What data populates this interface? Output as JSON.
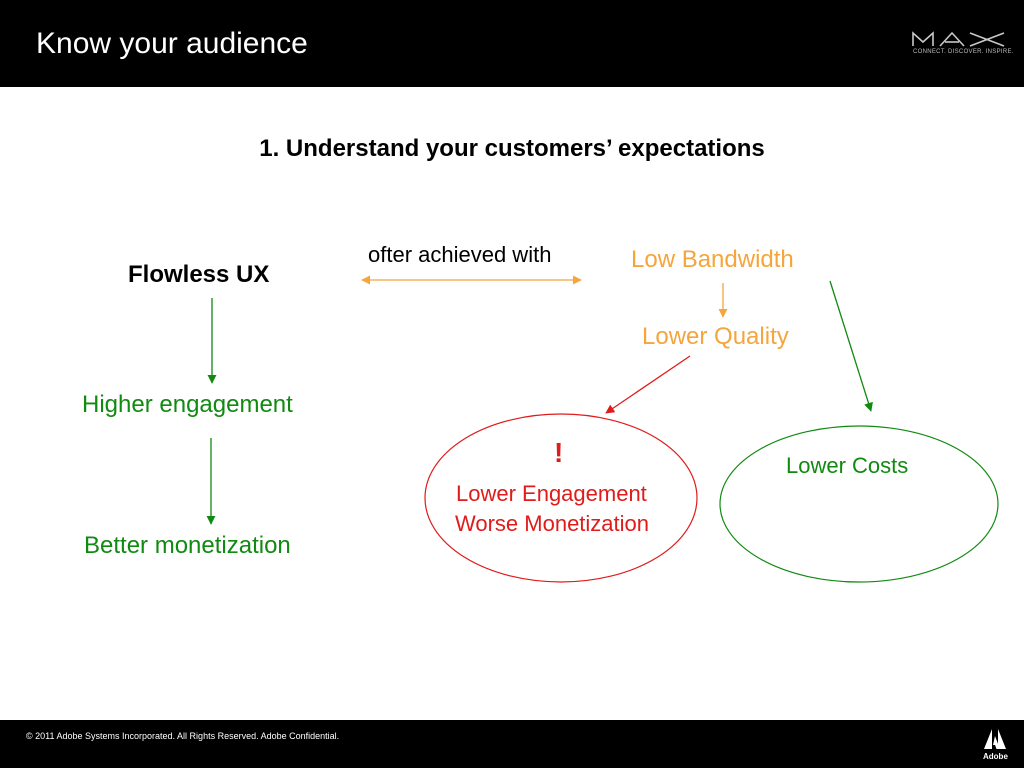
{
  "header": {
    "title": "Know your audience",
    "logo": {
      "name": "max-logo",
      "tagline": "CONNECT. DISCOVER. INSPIRE."
    }
  },
  "subtitle": "1. Understand your customers’ expectations",
  "diagram": {
    "left_column": {
      "top": "Flowless UX",
      "middle": "Higher engagement",
      "bottom": "Better monetization"
    },
    "connector_label": "ofter achieved with",
    "right_branch": {
      "top": "Low Bandwidth",
      "middle": "Lower Quality",
      "warning_mark": "!",
      "red_outcome_line1": "Lower Engagement",
      "red_outcome_line2": "Worse Monetization",
      "green_outcome": "Lower Costs"
    },
    "colors": {
      "green": "#118a11",
      "orange": "#f5a53c",
      "red": "#e01b1b",
      "black": "#000000"
    },
    "icons": {
      "arrow_green": "arrow-down-icon",
      "arrow_orange": "arrow-down-icon",
      "double_arrow": "double-arrow-icon"
    }
  },
  "footer": {
    "copyright": "© 2011 Adobe Systems Incorporated.  All Rights Reserved.  Adobe Confidential.",
    "logo_word": "Adobe"
  }
}
